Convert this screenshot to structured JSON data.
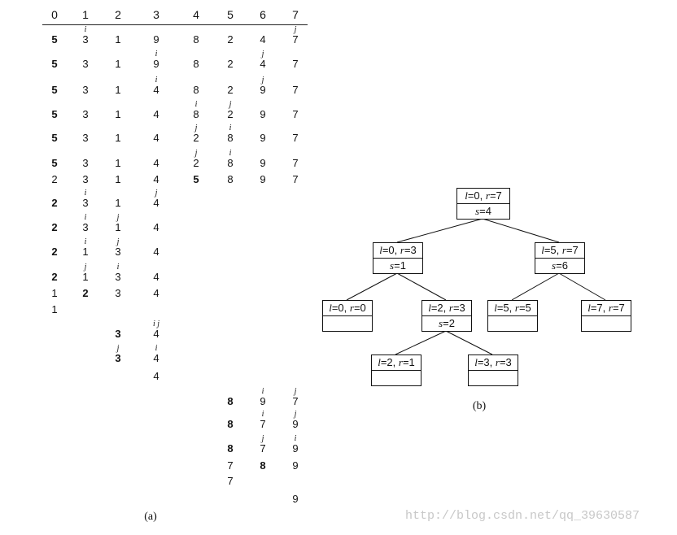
{
  "partA": {
    "caption": "(a)",
    "headers": [
      "0",
      "1",
      "2",
      "3",
      "4",
      "5",
      "6",
      "7"
    ],
    "rows": [
      {
        "cells": [
          {
            "c": 0,
            "v": "5",
            "b": true
          },
          {
            "c": 1,
            "v": "3",
            "m": "i"
          },
          {
            "c": 2,
            "v": "1"
          },
          {
            "c": 3,
            "v": "9"
          },
          {
            "c": 4,
            "v": "8"
          },
          {
            "c": 5,
            "v": "2"
          },
          {
            "c": 6,
            "v": "4"
          },
          {
            "c": 7,
            "v": "7",
            "m": "j"
          }
        ]
      },
      {
        "cells": [
          {
            "c": 0,
            "v": "5",
            "b": true
          },
          {
            "c": 1,
            "v": "3"
          },
          {
            "c": 2,
            "v": "1"
          },
          {
            "c": 3,
            "v": "9",
            "m": "i"
          },
          {
            "c": 4,
            "v": "8"
          },
          {
            "c": 5,
            "v": "2"
          },
          {
            "c": 6,
            "v": "4",
            "m": "j"
          },
          {
            "c": 7,
            "v": "7"
          }
        ]
      },
      {
        "cells": [
          {
            "c": 0,
            "v": "5",
            "b": true
          },
          {
            "c": 1,
            "v": "3"
          },
          {
            "c": 2,
            "v": "1"
          },
          {
            "c": 3,
            "v": "4",
            "m": "i"
          },
          {
            "c": 4,
            "v": "8"
          },
          {
            "c": 5,
            "v": "2"
          },
          {
            "c": 6,
            "v": "9",
            "m": "j"
          },
          {
            "c": 7,
            "v": "7"
          }
        ]
      },
      {
        "cells": [
          {
            "c": 0,
            "v": "5",
            "b": true
          },
          {
            "c": 1,
            "v": "3"
          },
          {
            "c": 2,
            "v": "1"
          },
          {
            "c": 3,
            "v": "4"
          },
          {
            "c": 4,
            "v": "8",
            "m": "i"
          },
          {
            "c": 5,
            "v": "2",
            "m": "j"
          },
          {
            "c": 6,
            "v": "9"
          },
          {
            "c": 7,
            "v": "7"
          }
        ]
      },
      {
        "cells": [
          {
            "c": 0,
            "v": "5",
            "b": true
          },
          {
            "c": 1,
            "v": "3"
          },
          {
            "c": 2,
            "v": "1"
          },
          {
            "c": 3,
            "v": "4"
          },
          {
            "c": 4,
            "v": "2",
            "m": "j"
          },
          {
            "c": 5,
            "v": "8",
            "m": "i"
          },
          {
            "c": 6,
            "v": "9"
          },
          {
            "c": 7,
            "v": "7"
          }
        ]
      },
      {
        "cells": [
          {
            "c": 0,
            "v": "5",
            "b": true
          },
          {
            "c": 1,
            "v": "3"
          },
          {
            "c": 2,
            "v": "1"
          },
          {
            "c": 3,
            "v": "4"
          },
          {
            "c": 4,
            "v": "2",
            "m": "j"
          },
          {
            "c": 5,
            "v": "8",
            "m": "i"
          },
          {
            "c": 6,
            "v": "9"
          },
          {
            "c": 7,
            "v": "7"
          }
        ]
      },
      {
        "cells": [
          {
            "c": 0,
            "v": "2"
          },
          {
            "c": 1,
            "v": "3"
          },
          {
            "c": 2,
            "v": "1"
          },
          {
            "c": 3,
            "v": "4"
          },
          {
            "c": 4,
            "v": "5",
            "b": true
          },
          {
            "c": 5,
            "v": "8"
          },
          {
            "c": 6,
            "v": "9"
          },
          {
            "c": 7,
            "v": "7"
          }
        ]
      },
      {
        "cells": [
          {
            "c": 0,
            "v": "2",
            "b": true
          },
          {
            "c": 1,
            "v": "3",
            "m": "i"
          },
          {
            "c": 2,
            "v": "1"
          },
          {
            "c": 3,
            "v": "4",
            "m": "j"
          }
        ]
      },
      {
        "cells": [
          {
            "c": 0,
            "v": "2",
            "b": true
          },
          {
            "c": 1,
            "v": "3",
            "m": "i"
          },
          {
            "c": 2,
            "v": "1",
            "m": "j"
          },
          {
            "c": 3,
            "v": "4"
          }
        ]
      },
      {
        "cells": [
          {
            "c": 0,
            "v": "2",
            "b": true
          },
          {
            "c": 1,
            "v": "1",
            "m": "i"
          },
          {
            "c": 2,
            "v": "3",
            "m": "j"
          },
          {
            "c": 3,
            "v": "4"
          }
        ]
      },
      {
        "cells": [
          {
            "c": 0,
            "v": "2",
            "b": true
          },
          {
            "c": 1,
            "v": "1",
            "m": "j"
          },
          {
            "c": 2,
            "v": "3",
            "m": "i"
          },
          {
            "c": 3,
            "v": "4"
          }
        ]
      },
      {
        "cells": [
          {
            "c": 0,
            "v": "1"
          },
          {
            "c": 1,
            "v": "2",
            "b": true
          },
          {
            "c": 2,
            "v": "3"
          },
          {
            "c": 3,
            "v": "4"
          }
        ]
      },
      {
        "cells": [
          {
            "c": 0,
            "v": "1"
          }
        ]
      },
      {
        "cells": [
          {
            "c": 2,
            "v": "3",
            "b": true
          },
          {
            "c": 3,
            "v": "4",
            "m": "i j"
          }
        ]
      },
      {
        "cells": [
          {
            "c": 2,
            "v": "3",
            "b": true,
            "m": "j"
          },
          {
            "c": 3,
            "v": "4",
            "m": "i"
          }
        ]
      },
      {
        "cells": [
          {
            "c": 3,
            "v": "4"
          }
        ]
      },
      {
        "cells": [
          {
            "c": 5,
            "v": "8",
            "b": true
          },
          {
            "c": 6,
            "v": "9",
            "m": "i"
          },
          {
            "c": 7,
            "v": "7",
            "m": "j"
          }
        ]
      },
      {
        "cells": [
          {
            "c": 5,
            "v": "8",
            "b": true
          },
          {
            "c": 6,
            "v": "7",
            "m": "i"
          },
          {
            "c": 7,
            "v": "9",
            "m": "j"
          }
        ]
      },
      {
        "cells": [
          {
            "c": 5,
            "v": "8",
            "b": true
          },
          {
            "c": 6,
            "v": "7",
            "m": "j"
          },
          {
            "c": 7,
            "v": "9",
            "m": "i"
          }
        ]
      },
      {
        "cells": [
          {
            "c": 5,
            "v": "7"
          },
          {
            "c": 6,
            "v": "8",
            "b": true
          },
          {
            "c": 7,
            "v": "9"
          }
        ]
      },
      {
        "cells": [
          {
            "c": 5,
            "v": "7"
          }
        ]
      },
      {
        "cells": [
          {
            "c": 7,
            "v": "9"
          }
        ]
      }
    ]
  },
  "partB": {
    "caption": "(b)",
    "nodes": [
      {
        "id": "n0",
        "l": "0",
        "r": "7",
        "s": "4"
      },
      {
        "id": "n1",
        "l": "0",
        "r": "3",
        "s": "1"
      },
      {
        "id": "n2",
        "l": "5",
        "r": "7",
        "s": "6"
      },
      {
        "id": "n3",
        "l": "0",
        "r": "0",
        "s": ""
      },
      {
        "id": "n4",
        "l": "2",
        "r": "3",
        "s": "2"
      },
      {
        "id": "n5",
        "l": "5",
        "r": "5",
        "s": ""
      },
      {
        "id": "n6",
        "l": "7",
        "r": "7",
        "s": ""
      },
      {
        "id": "n7",
        "l": "2",
        "r": "1",
        "s": ""
      },
      {
        "id": "n8",
        "l": "3",
        "r": "3",
        "s": ""
      }
    ],
    "edges": [
      [
        "n0",
        "n1"
      ],
      [
        "n0",
        "n2"
      ],
      [
        "n1",
        "n3"
      ],
      [
        "n1",
        "n4"
      ],
      [
        "n2",
        "n5"
      ],
      [
        "n2",
        "n6"
      ],
      [
        "n4",
        "n7"
      ],
      [
        "n4",
        "n8"
      ]
    ]
  },
  "watermark": "http://blog.csdn.net/qq_39630587"
}
